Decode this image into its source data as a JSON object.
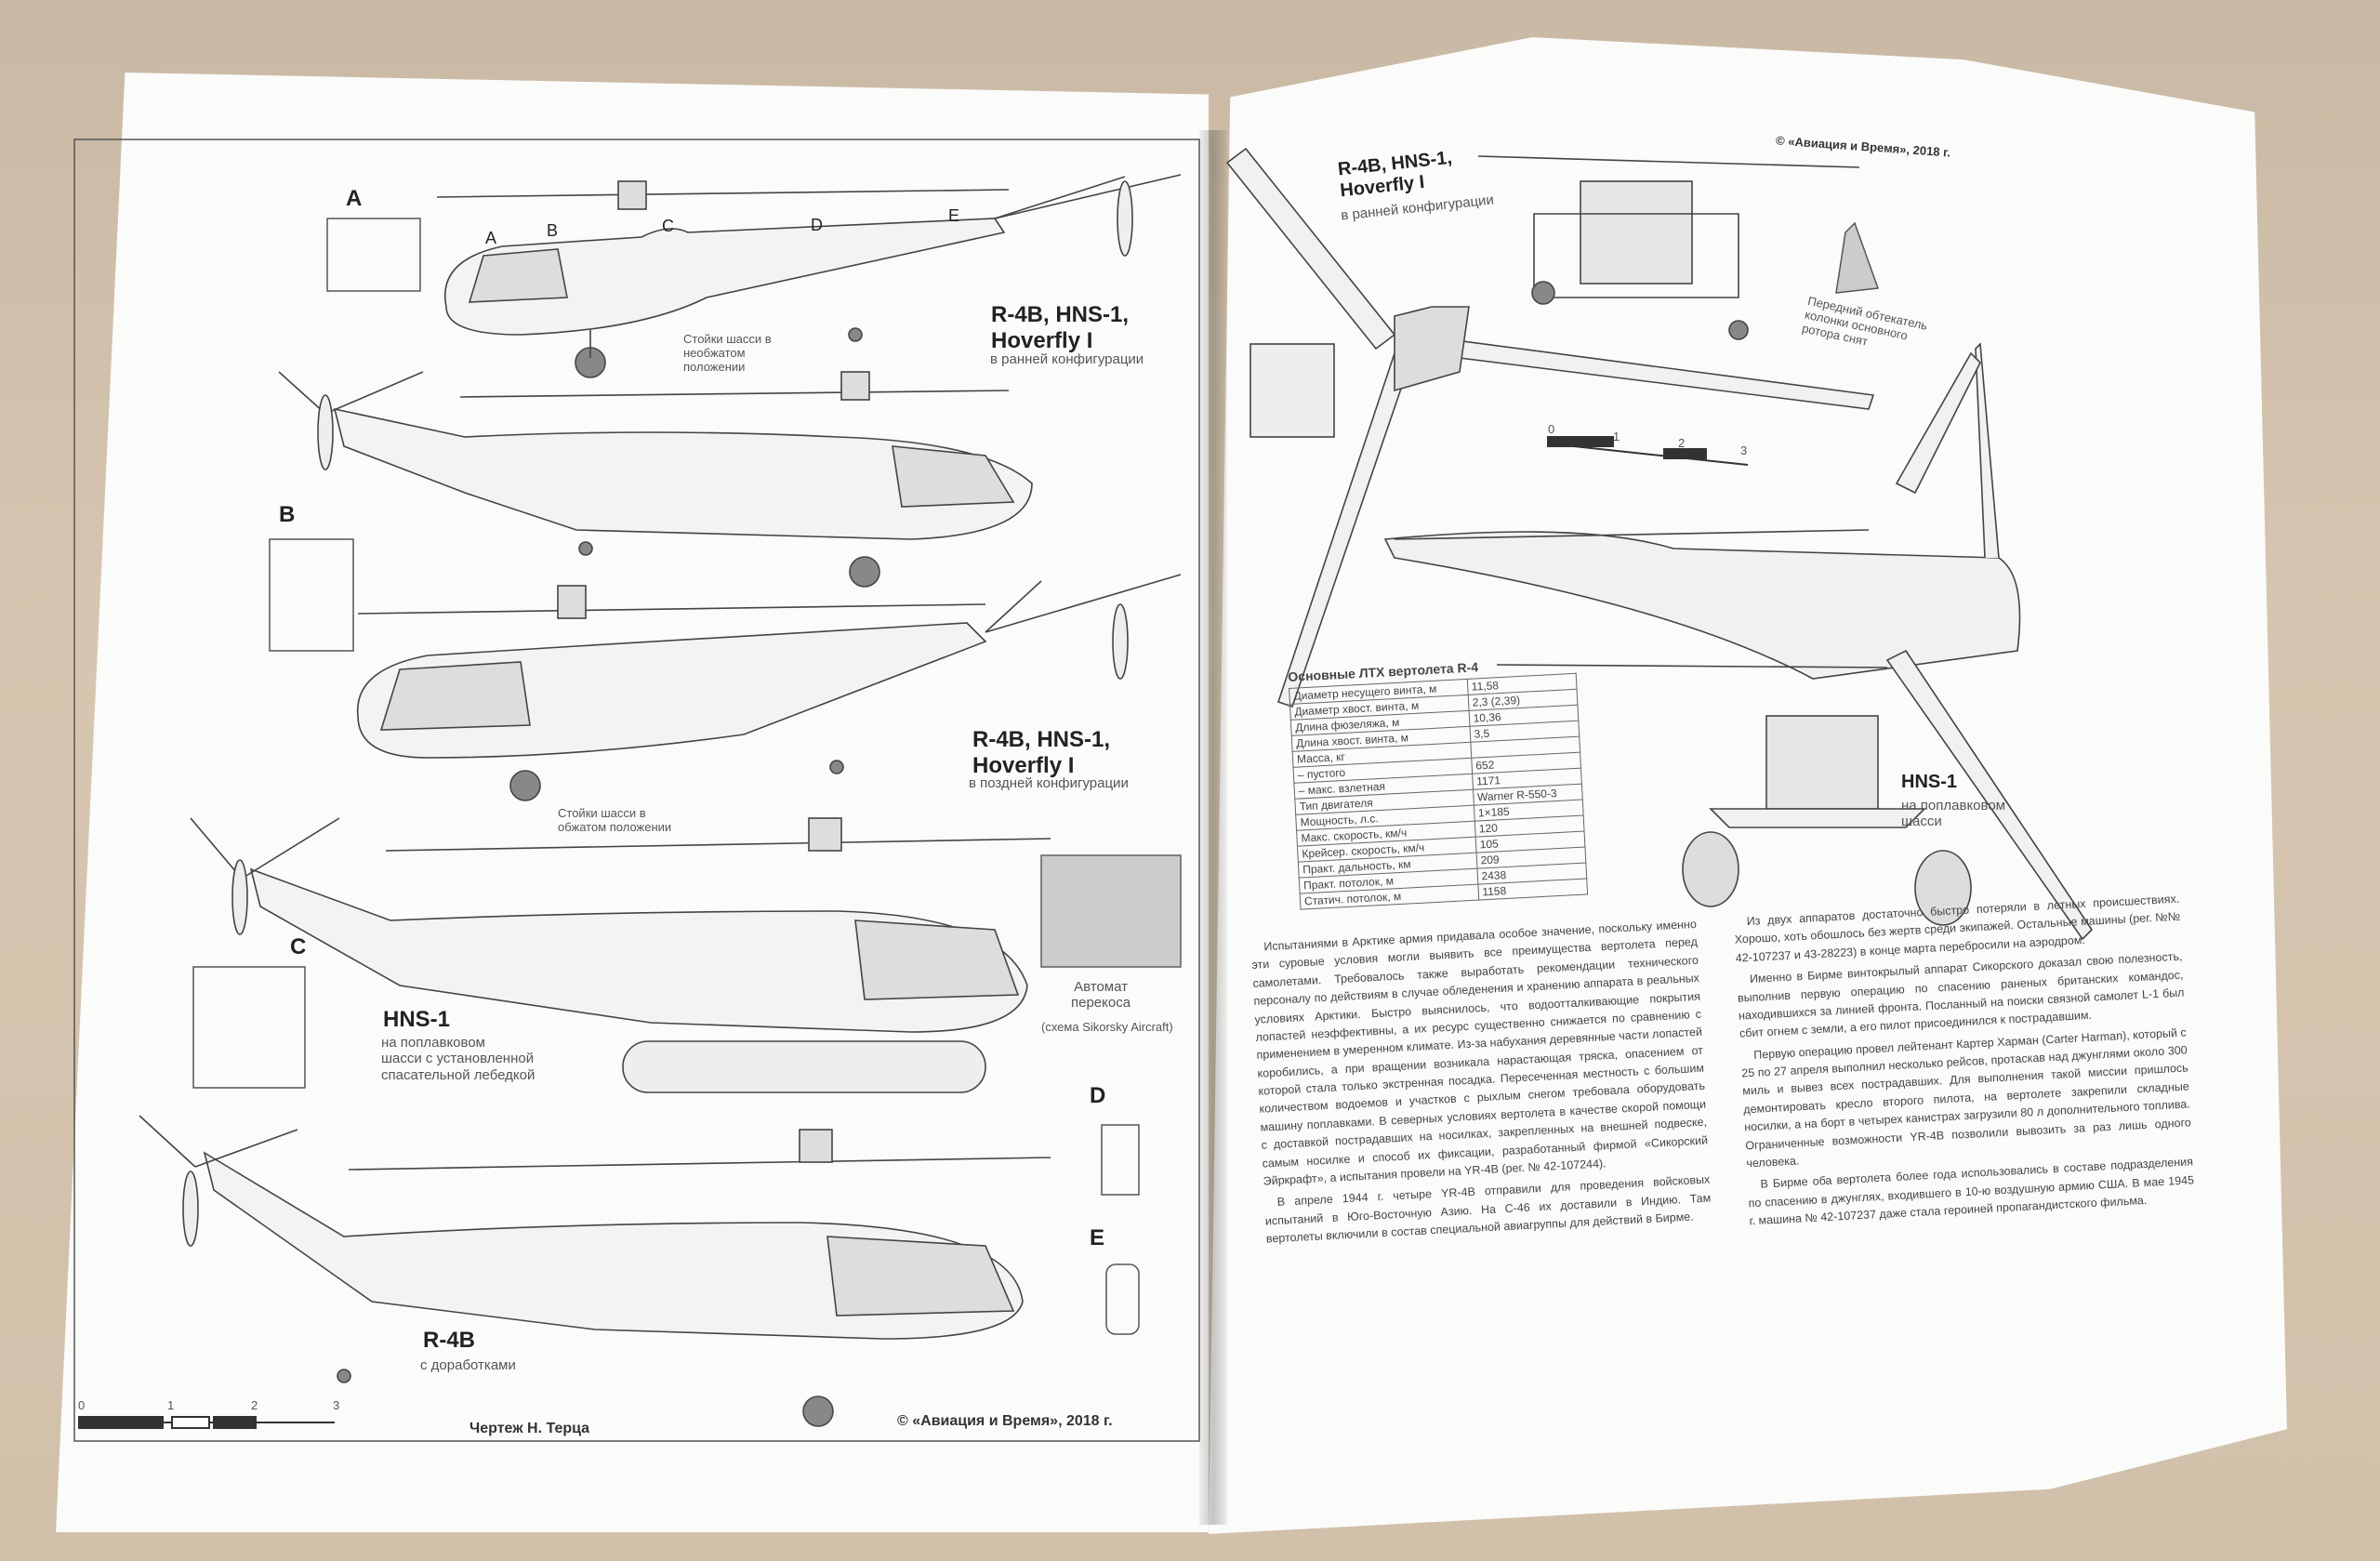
{
  "left_page": {
    "section_marks": [
      "A",
      "B",
      "C",
      "D",
      "E"
    ],
    "rotor_station_marks": [
      "A",
      "B",
      "C",
      "D",
      "E"
    ],
    "drawings": [
      {
        "title": "R-4B, HNS-1,\nHoverfly I",
        "subtitle": "в ранней конфигурации",
        "note": "Стойки шасси в\nнеобжатом\nположении"
      },
      {
        "title": "R-4B, HNS-1,\nHoverfly I",
        "subtitle": "в поздней конфигурации",
        "note": "Стойки шасси в\nобжатом положении"
      },
      {
        "title": "HNS-1",
        "subtitle": "на поплавковом\nшасси с установленной\nспасательной лебедкой"
      },
      {
        "title": "R-4B",
        "subtitle": "с доработками"
      }
    ],
    "swashplate_caption": "Автомат\nперекоса",
    "swashplate_credit": "(схема Sikorsky Aircraft)",
    "scale_ticks": [
      "0",
      "1",
      "2",
      "3"
    ],
    "footer_author": "Чертеж Н. Терца",
    "footer_copyright": "© «Авиация и Время», 2018 г."
  },
  "right_page": {
    "header_copyright": "© «Авиация и Время», 2018 г.",
    "top_drawing": {
      "title": "R-4B, HNS-1,\nHoverfly I",
      "subtitle": "в ранней конфигурации"
    },
    "rotor_guard_note": "Передний обтекатель\nколонки основного\nротора снят",
    "scale_ticks": [
      "0",
      "1",
      "2",
      "3"
    ],
    "float_drawing": {
      "title": "HNS-1",
      "subtitle": "на поплавковом\nшасси"
    },
    "specs": {
      "title": "Основные ЛТХ вертолета R-4",
      "rows": [
        {
          "label": "Диаметр несущего винта, м",
          "value": "11,58"
        },
        {
          "label": "Диаметр хвост. винта, м",
          "value": "2,3 (2,39)"
        },
        {
          "label": "Длина фюзеляжа, м",
          "value": "10,36"
        },
        {
          "label": "Длина хвост. винта, м",
          "value": "3,5"
        },
        {
          "label": "Масса, кг",
          "value": ""
        },
        {
          "label": "– пустого",
          "value": "652"
        },
        {
          "label": "– макс. взлетная",
          "value": "1171"
        },
        {
          "label": "Тип двигателя",
          "value": "Warner R-550-3"
        },
        {
          "label": "Мощность, л.с.",
          "value": "1×185"
        },
        {
          "label": "Макс. скорость, км/ч",
          "value": "120"
        },
        {
          "label": "Крейсер. скорость, км/ч",
          "value": "105"
        },
        {
          "label": "Практ. дальность, км",
          "value": "209"
        },
        {
          "label": "Практ. потолок, м",
          "value": "2438"
        },
        {
          "label": "Статич. потолок, м",
          "value": "1158"
        }
      ]
    },
    "article_paragraphs": [
      "Испытаниями в Арктике армия придавала особое значение, поскольку именно эти суровые условия могли выявить все преимущества вертолета перед самолетами. Требовалось также выработать рекомендации технического персоналу по действиям в случае обледенения и хранению аппарата в реальных условиях Арктики. Быстро выяснилось, что водоотталкивающие покрытия лопастей неэффективны, а их ресурс существенно снижается по сравнению с применением в умеренном климате. Из-за набухания деревянные части лопастей коробились, а при вращении возникала нарастающая тряска, опасением от которой стала только экстренная посадка. Пересеченная местность с большим количеством водоемов и участков с рыхлым снегом требовала оборудовать машину поплавками. В северных условиях вертолета в качестве скорой помощи с доставкой пострадавших на носилках, закрепленных на внешней подвеске, самым носилке и способ их фиксации, разработанный фирмой «Сикорский Эйркрафт», а испытания провели на YR-4B (рег. № 42-107244).",
      "В апреле 1944 г. четыре YR-4B отправили для проведения войсковых испытаний в Юго-Восточную Азию. На С-46 их доставили в Индию. Там вертолеты включили в состав специальной авиагруппы для действий в Бирме.",
      "Из двух аппаратов достаточно быстро потеряли в летных происшествиях. Хорошо, хоть обошлось без жертв среди экипажей. Остальные машины (рег. №№ 42-107237 и 43-28223) в конце марта перебросили на аэродром.",
      "Именно в Бирме винтокрылый аппарат Сикорского доказал свою полезность, выполнив первую операцию по спасению раненых британских командос, находившихся за линией фронта. Посланный на поиски связной самолет L-1 был сбит огнем с земли, а его пилот присоединился к пострадавшим.",
      "Первую операцию провел лейтенант Картер Харман (Carter Harman), который с 25 по 27 апреля выполнил несколько рейсов, протаскав над джунглями около 300 миль и вывез всех пострадавших. Для выполнения такой миссии пришлось демонтировать кресло второго пилота, на вертолете закрепили складные носилки, а на борт в четырех канистрах загрузили 80 л дополнительного топлива. Ограниченные возможности YR-4B позволили вывозить за раз лишь одного человека.",
      "В Бирме оба вертолета более года использовались в составе подразделения по спасению в джунглях, входившего в 10-ю воздушную армию США. В мае 1945 г. машина № 42-107237 даже стала героиней пропагандистского фильма."
    ]
  }
}
